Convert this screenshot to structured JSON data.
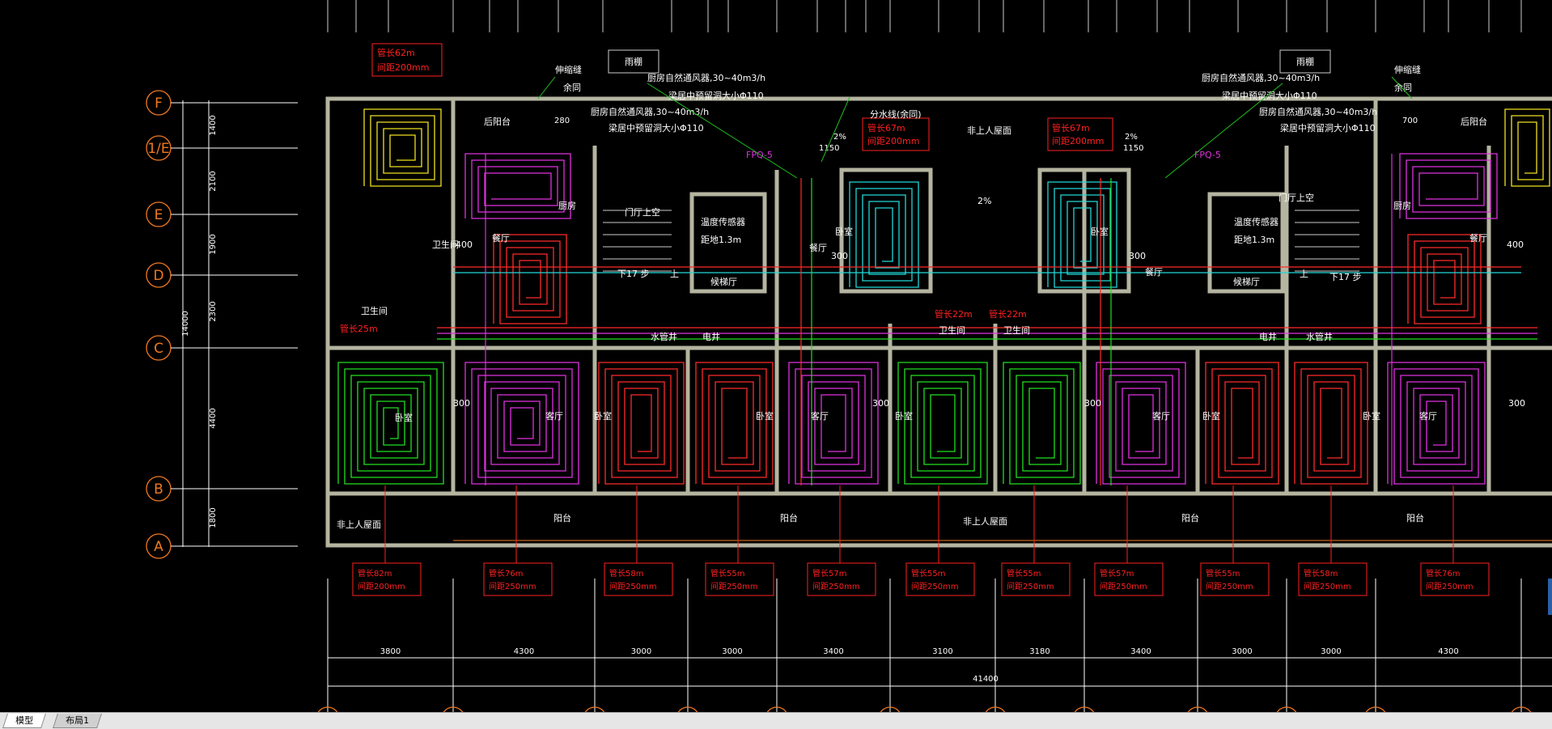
{
  "colors": {
    "background": "#000000",
    "grid": "#ffffff",
    "axis_bubble": "#f07820",
    "wall": "#b4b4a0",
    "annotation": "#ff2020",
    "leader": "#20c020",
    "pipe_red": "#ff2a2a",
    "pipe_green": "#20e020",
    "pipe_magenta": "#e030e0",
    "pipe_cyan": "#20d8d8",
    "pipe_yellow": "#f0e020"
  },
  "grid_axes": [
    "F",
    "1/E",
    "E",
    "D",
    "C",
    "B",
    "A"
  ],
  "left_dims": {
    "segments": [
      "1400",
      "2100",
      "1900",
      "2300",
      "4400",
      "1800"
    ],
    "total": "14000"
  },
  "bottom_dims": {
    "segments": [
      "3800",
      "4300",
      "3000",
      "3000",
      "3400",
      "3100",
      "3180",
      "3400",
      "3000",
      "3000",
      "4300"
    ],
    "total": "41400"
  },
  "bottom_pipe_labels": [
    {
      "len": "管长82m",
      "gap": "间距200mm"
    },
    {
      "len": "管长76m",
      "gap": "间距250mm"
    },
    {
      "len": "管长58m",
      "gap": "间距250mm"
    },
    {
      "len": "管长55m",
      "gap": "间距250mm"
    },
    {
      "len": "管长57m",
      "gap": "间距250mm"
    },
    {
      "len": "管长55m",
      "gap": "间距250mm"
    },
    {
      "len": "管长55m",
      "gap": "间距250mm"
    },
    {
      "len": "管长57m",
      "gap": "间距250mm"
    },
    {
      "len": "管长55m",
      "gap": "间距250mm"
    },
    {
      "len": "管长58m",
      "gap": "间距250mm"
    },
    {
      "len": "管长76m",
      "gap": "间距250mm"
    }
  ],
  "top_pipe_labels": [
    {
      "len": "管长62m",
      "gap": "间距200mm"
    },
    {
      "len": "管长67m",
      "gap": "间距200mm"
    },
    {
      "len": "管长67m",
      "gap": "间距200mm"
    }
  ],
  "top_notes": {
    "canopy": "雨棚",
    "expansion_joint": "伸缩缝",
    "full_height": "余同",
    "kitchen_fan": "厨房自然通风器,30~40m3/h",
    "beam_hole": "梁居中预留洞大小Φ110",
    "fpq": "FPQ-5",
    "dim_1150": "1150",
    "dim_700": "700",
    "slope": "2%",
    "distributor": "分水线(余同)",
    "non_roof": "非上人屋面"
  },
  "room_labels": {
    "rear_balcony": "后阳台",
    "kitchen": "厨房",
    "bathroom": "卫生间",
    "bedroom": "卧室",
    "living": "客厅",
    "dining": "餐厅",
    "hall_light": "门厅上空",
    "elevator_hall": "候梯厅",
    "temp_sensor": "温度传感器",
    "sensor_height": "距地1.3m",
    "stairs_down": "下17 步",
    "stairs_up": "上",
    "water_well": "水管井",
    "elec_well": "电井",
    "balcony": "阳台",
    "non_roof": "非上人屋面",
    "guan_chang_22": "管长22m",
    "guan_chang_25": "管长25m",
    "dim_300": "300",
    "dim_400": "400",
    "dim_280": "280"
  },
  "tabs": [
    {
      "label": "模型",
      "active": true
    },
    {
      "label": "布局1",
      "active": false
    }
  ]
}
